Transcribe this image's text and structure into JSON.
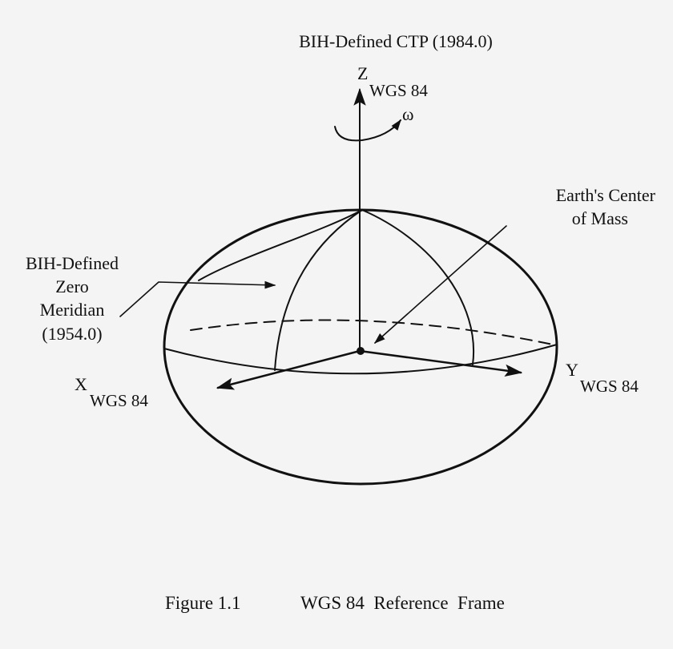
{
  "diagram": {
    "title": "BIH-Defined CTP (1984.0)",
    "z_axis": {
      "main": "Z",
      "sub": "WGS 84"
    },
    "rotation_symbol": "ω",
    "x_axis": {
      "main": "X",
      "sub": "WGS 84"
    },
    "y_axis": {
      "main": "Y",
      "sub": "WGS 84"
    },
    "center_label": [
      "Earth's Center",
      "of Mass"
    ],
    "meridian_label": [
      "BIH-Defined",
      "Zero",
      "Meridian",
      "(1954.0)"
    ],
    "caption": {
      "figure": "Figure 1.1",
      "text": "WGS 84  Reference  Frame"
    },
    "colors": {
      "ink": "#111111",
      "background": "#f4f4f4"
    }
  }
}
